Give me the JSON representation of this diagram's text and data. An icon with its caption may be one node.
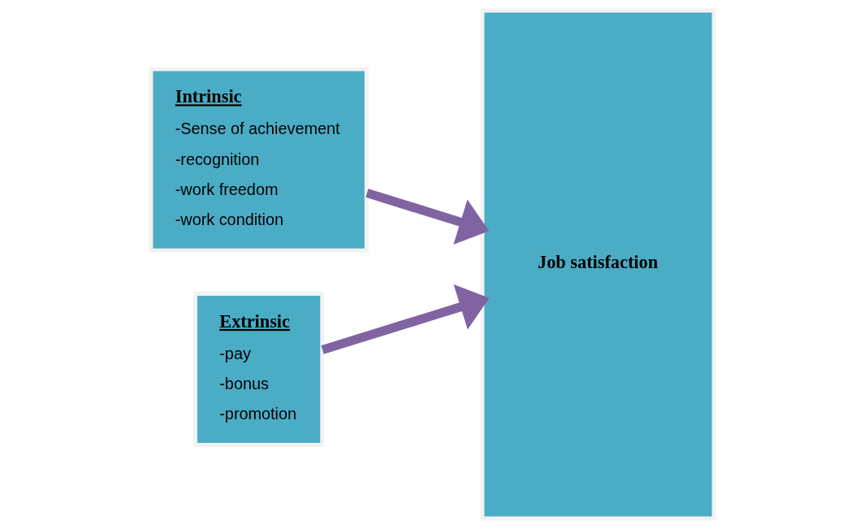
{
  "diagram": {
    "nodes": [
      {
        "text": [
          "Intrinsic",
          "-Sense of achievement",
          "-recognition",
          "-work freedom",
          "-work condition"
        ]
      },
      {
        "text": [
          "Extrinsic",
          "-pay",
          "-bonus",
          "-promotion"
        ]
      },
      {
        "text": [
          "Job satisfaction"
        ]
      }
    ],
    "edges": [
      {
        "from": 0,
        "to": 2,
        "arrow": "to"
      },
      {
        "from": 1,
        "to": 2,
        "arrow": "to"
      }
    ]
  }
}
